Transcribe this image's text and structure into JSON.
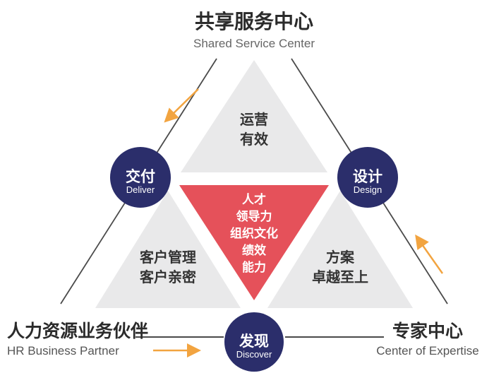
{
  "header": {
    "zh": "共享服务中心",
    "en": "Shared Service Center"
  },
  "corner_labels": {
    "bottom_left": {
      "zh": "人力资源业务伙伴",
      "en": "HR Business Partner"
    },
    "bottom_right": {
      "zh": "专家中心",
      "en": "Center of Expertise"
    }
  },
  "nodes": {
    "deliver": {
      "zh": "交付",
      "en": "Deliver"
    },
    "design": {
      "zh": "设计",
      "en": "Design"
    },
    "discover": {
      "zh": "发现",
      "en": "Discover"
    }
  },
  "segments": {
    "top": {
      "lines": [
        "运营",
        "有效"
      ]
    },
    "center": {
      "lines": [
        "人才",
        "领导力",
        "组织文化",
        "绩效",
        "能力"
      ]
    },
    "bottom_left": {
      "lines": [
        "客户管理",
        "客户亲密"
      ]
    },
    "bottom_right": {
      "lines": [
        "方案",
        "卓越至上"
      ]
    }
  },
  "colors": {
    "node_navy": "#2b2e6b",
    "center_red": "#e5515a",
    "segment_gray": "#e9e9ea",
    "arrow_orange": "#f2a440",
    "line_dark": "#4a4a4a"
  }
}
